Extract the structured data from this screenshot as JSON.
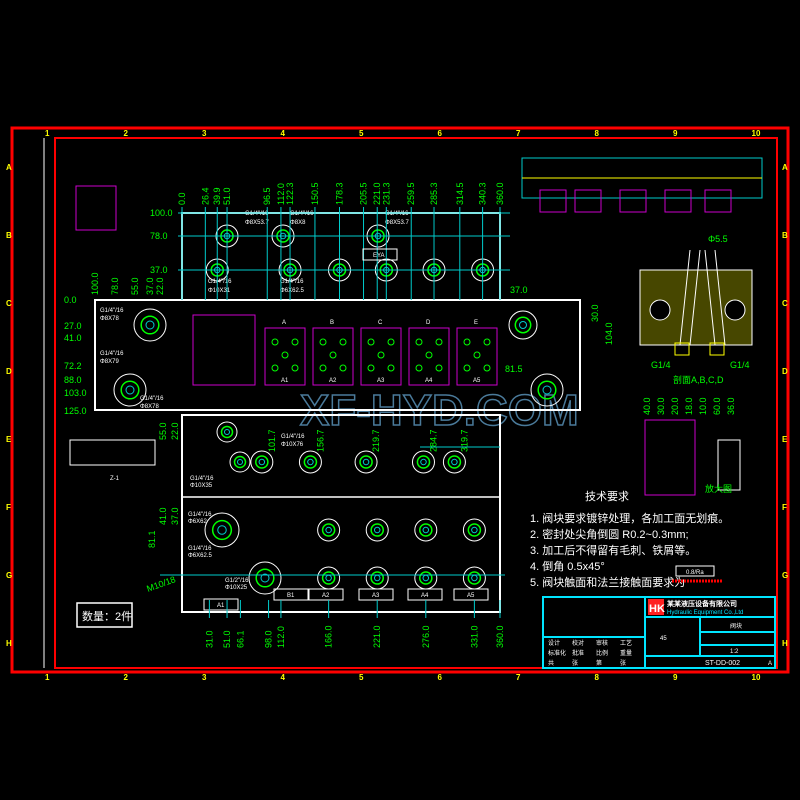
{
  "drawing": {
    "watermark": "XF-HYD.COM",
    "grid_columns": [
      "1",
      "2",
      "3",
      "4",
      "5",
      "6",
      "7",
      "8",
      "9",
      "10"
    ],
    "grid_rows": [
      "A",
      "B",
      "C",
      "D",
      "E",
      "F",
      "G",
      "H"
    ],
    "top_view_dims_x": [
      "0.0",
      "26.4",
      "39.9",
      "51.0",
      "96.5",
      "112.0",
      "122.3",
      "150.5",
      "178.3",
      "205.5",
      "221.0",
      "231.3",
      "259.5",
      "285.3",
      "314.5",
      "340.3",
      "360.0"
    ],
    "top_view_dims_y": [
      "100.0",
      "78.0",
      "37.0"
    ],
    "top_hole_labels": [
      "G1/4\"/16",
      "Φ8X53.7",
      "G1/4\"/16",
      "Φ8X8",
      "G1/4\"/16",
      "Φ8X53.7",
      "G1/4\"/16",
      "Φ10X31",
      "G1/4\"/16",
      "Φ6X62.5"
    ],
    "top_tag": "EYA",
    "mid_dims_y": [
      "0.0",
      "27.0",
      "41.0",
      "72.2",
      "88.0",
      "103.0",
      "125.0"
    ],
    "mid_dims_x": [
      "100.0",
      "78.0",
      "55.0",
      "37.0",
      "22.0"
    ],
    "mid_right_dims": [
      "37.0",
      "81.5",
      "104.0",
      "30.0"
    ],
    "mid_hole_labels": [
      "G1/4\"/16",
      "Φ8X78",
      "G1/4\"/16",
      "Φ8X79",
      "G1/4\"/16",
      "Φ8X78"
    ],
    "valve_letters": [
      "A",
      "B",
      "C",
      "D",
      "E"
    ],
    "valve_tags": [
      "A1",
      "A2",
      "A3",
      "A4",
      "A5"
    ],
    "lower_dims_x_top": [
      "101.7",
      "156.7",
      "219.7",
      "284.7",
      "319.7"
    ],
    "lower_dims_left": [
      "22.0",
      "55.0",
      "41.0",
      "37.0",
      "81.1"
    ],
    "lower_dims_x": [
      "31.0",
      "51.0",
      "66.1",
      "98.0",
      "112.0",
      "166.0",
      "221.0",
      "276.0",
      "331.0",
      "360.0"
    ],
    "lower_hole_labels": [
      "G1/4\"/16",
      "Φ6X62",
      "G1/4\"/16",
      "Φ6X62.5",
      "G1/2\"/16",
      "Φ10X25",
      "G1/4\"/16",
      "Φ10X76",
      "G1/4\"/16",
      "Φ10X35"
    ],
    "thread_note": "M10/18",
    "lower_tags": [
      "B1",
      "A1",
      "A2",
      "A3",
      "A4",
      "A5"
    ],
    "quantity_label": "数量：2件",
    "section_label": "剖面A,B,C,D",
    "section_dims": [
      "Φ5.5",
      "G1/4",
      "G1/4"
    ],
    "detail_label": "放大图",
    "detail_dims": [
      "40.0",
      "30.0",
      "20.0",
      "18.0",
      "10.0",
      "60.0",
      "36.0"
    ]
  },
  "requirements": {
    "title": "技术要求",
    "items": [
      "1. 阀块要求镀锌处理，各加工面无划痕。",
      "2. 密封处尖角倒圆 R0.2~0.3mm;",
      "3. 加工后不得留有毛刺、铁屑等。",
      "4. 倒角 0.5x45°",
      "5. 阀块触面和法兰接触面要求为"
    ],
    "roughness_box": "0.8/Ra"
  },
  "title_block": {
    "logo": "HK",
    "company": "某某液压设备有限公司",
    "company_en": "Hydraulic Equipment Co.,Ltd",
    "part_name": "阀块",
    "material": "45",
    "scale": "1:2",
    "drawing_no": "ST-DD-002",
    "sheet": "A",
    "cells": [
      "设计",
      "校对",
      "审核",
      "工艺",
      "标准化",
      "批准",
      "比例",
      "重量",
      "共",
      "张",
      "第",
      "张"
    ]
  },
  "colors": {
    "frame": "#ff0000",
    "dim": "#00ff00",
    "geom": "#ffffff",
    "center": "#00cccc",
    "magenta": "#cc00cc",
    "title": "#00e5ff",
    "yellow": "#ffff00"
  }
}
